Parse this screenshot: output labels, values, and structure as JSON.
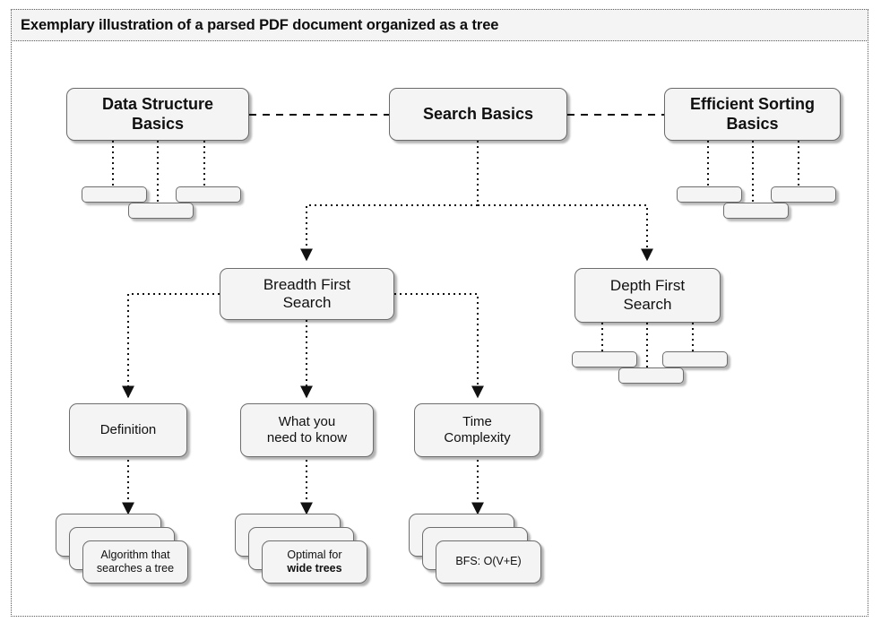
{
  "header": {
    "title": "Exemplary illustration of a parsed PDF document organized as a tree"
  },
  "diagram": {
    "type": "tree",
    "level0": [
      {
        "id": "data-structure-basics",
        "label": "Data Structure\nBasics"
      },
      {
        "id": "search-basics",
        "label": "Search Basics"
      },
      {
        "id": "efficient-sorting-basics",
        "label": "Efficient Sorting\nBasics"
      }
    ],
    "level1": [
      {
        "id": "breadth-first-search",
        "label": "Breadth First\nSearch"
      },
      {
        "id": "depth-first-search",
        "label": "Depth First\nSearch"
      }
    ],
    "level2": [
      {
        "id": "definition",
        "label": "Definition"
      },
      {
        "id": "what-you-need-to-know",
        "label": "What you\nneed to know"
      },
      {
        "id": "time-complexity",
        "label": "Time\nComplexity"
      }
    ],
    "level3": [
      {
        "id": "algorithm-that-searches-a-tree",
        "line1": "Algorithm that",
        "line2": "searches a tree",
        "bold2": false
      },
      {
        "id": "optimal-for-wide-trees",
        "line1": "Optimal for",
        "line2": "wide trees",
        "bold2": true
      },
      {
        "id": "bfs-complexity",
        "line1": "BFS: O(V+E)",
        "line2": "",
        "bold2": false
      }
    ],
    "placeholder_groups": [
      {
        "id": "data-structure-basics-children",
        "count": 3
      },
      {
        "id": "efficient-sorting-basics-children",
        "count": 3
      },
      {
        "id": "depth-first-search-children",
        "count": 3
      }
    ],
    "colors": {
      "node_fill": "#f4f4f4",
      "node_border": "#6e6e6e",
      "edge": "#111111",
      "frame": "#5a5a5a",
      "text": "#101010",
      "title_fill": "#f4f4f4"
    },
    "edge_styles": {
      "sibling_link": "dashed",
      "parent_child_link": "dotted"
    }
  }
}
